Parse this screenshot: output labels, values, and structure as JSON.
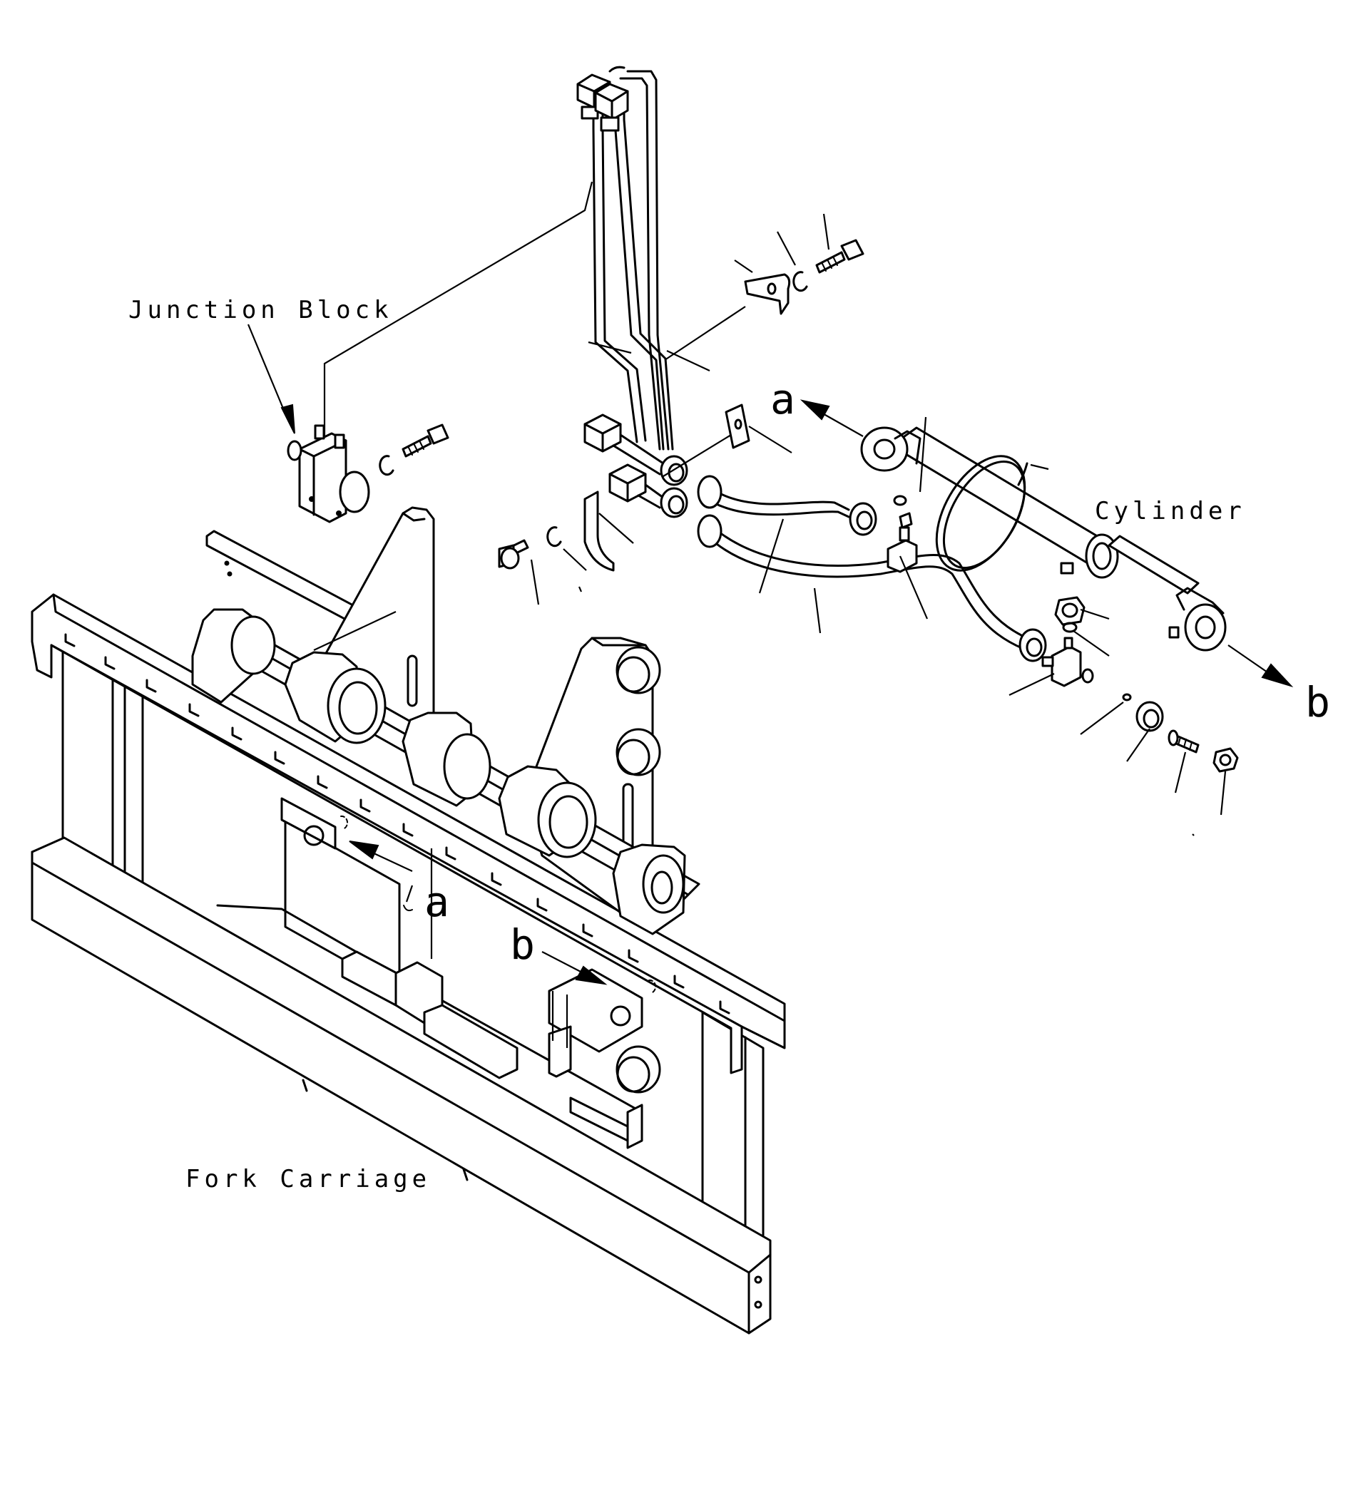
{
  "labels": {
    "junction_block": "Junction Block",
    "cylinder": "Cylinder",
    "fork_carriage": "Fork Carriage"
  },
  "callouts": {
    "a_top": "a",
    "b_right": "b",
    "a_carriage": "a",
    "b_carriage": "b"
  },
  "colors": {
    "line": "#000000",
    "background": "#ffffff"
  }
}
